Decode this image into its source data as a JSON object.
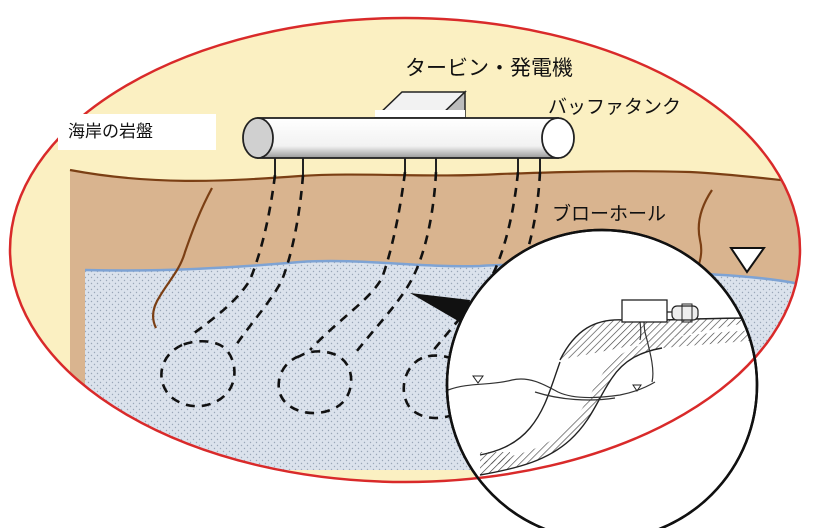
{
  "labels": {
    "turbine": "タービン・発電機",
    "buffer_tank": "バッファタンク",
    "coastal_rock": "海岸の岩盤",
    "blowhole": "ブローホール"
  },
  "colors": {
    "outline": "#d92a2a",
    "background": "#fbf0c2",
    "rock": "#d9b48f",
    "crack": "#7b3f14",
    "water": "#d6dde8",
    "water_line": "#7ea3d4",
    "tank": "#ffffff"
  },
  "icons": {
    "water_level": "water-level-triangle-icon"
  }
}
